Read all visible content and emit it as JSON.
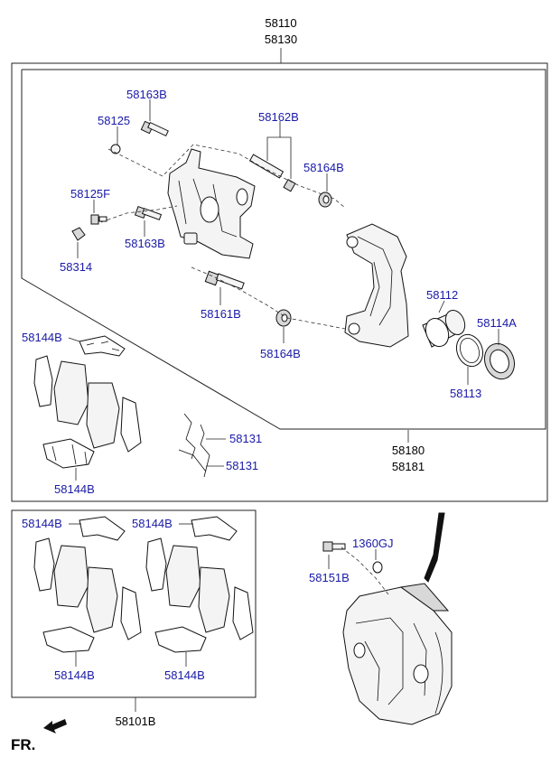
{
  "title_codes": [
    "58110",
    "58130"
  ],
  "labels": {
    "bolt_upper": "58163B",
    "cap": "58125",
    "pin_set": "58162B",
    "boot_upper": "58164B",
    "bleeder": "58125F",
    "bolt_lower": "58163B",
    "bleeder_cap": "58314",
    "guide_bolt": "58161B",
    "piston": "58112",
    "boot_lower": "58164B",
    "seal_boot": "58114A",
    "piston_seal": "58113",
    "pad_shims_main": "58144B",
    "spring_upper": "58131",
    "spring_lower": "58131",
    "carrier_a": "58180",
    "carrier_b": "58181",
    "pad_clips_main": "58144B",
    "kit_shim_left": "58144B",
    "kit_shim_right": "58144B",
    "kit_clip_left": "58144B",
    "kit_clip_right": "58144B",
    "pad_kit": "58101B",
    "mount_bolt": "58151B",
    "washer": "1360GJ",
    "front_indicator": "FR."
  }
}
